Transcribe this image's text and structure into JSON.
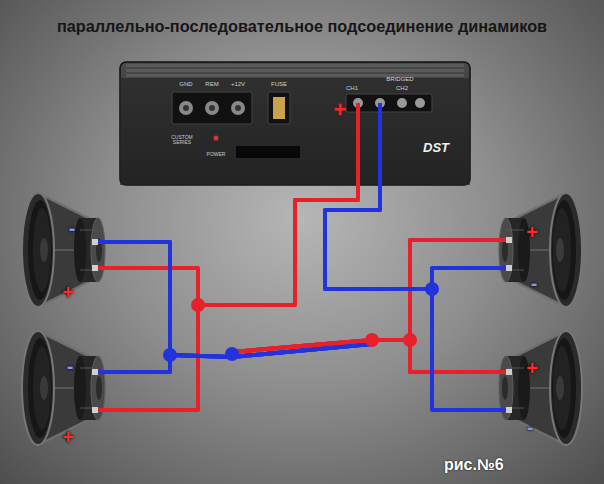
{
  "diagram": {
    "title": "параллельно-последовательное подсоединение динамиков",
    "caption": "рис.№6",
    "nodes": [
      {
        "text": [
          "GND",
          "REM",
          "+12V",
          "FUSE",
          "CUSTOM SERIES",
          "POWER",
          "BRIDGED",
          "CH1",
          "CH2",
          "DST",
          "+"
        ]
      },
      {
        "text": [
          "-",
          "+"
        ]
      },
      {
        "text": [
          "+",
          "-"
        ]
      },
      {
        "text": [
          "-",
          "+"
        ]
      },
      {
        "text": [
          "+",
          "-"
        ]
      }
    ],
    "edges": [
      {
        "from": 0,
        "to": 1,
        "arrow": "none"
      },
      {
        "from": 0,
        "to": 3,
        "arrow": "none"
      },
      {
        "from": 1,
        "to": 2,
        "arrow": "none"
      },
      {
        "from": 1,
        "to": 4,
        "arrow": "none"
      },
      {
        "from": 3,
        "to": 2,
        "arrow": "none"
      },
      {
        "from": 3,
        "to": 4,
        "arrow": "none"
      },
      {
        "from": 0,
        "to": 2,
        "arrow": "none"
      },
      {
        "from": 0,
        "to": 4,
        "arrow": "none"
      }
    ]
  }
}
